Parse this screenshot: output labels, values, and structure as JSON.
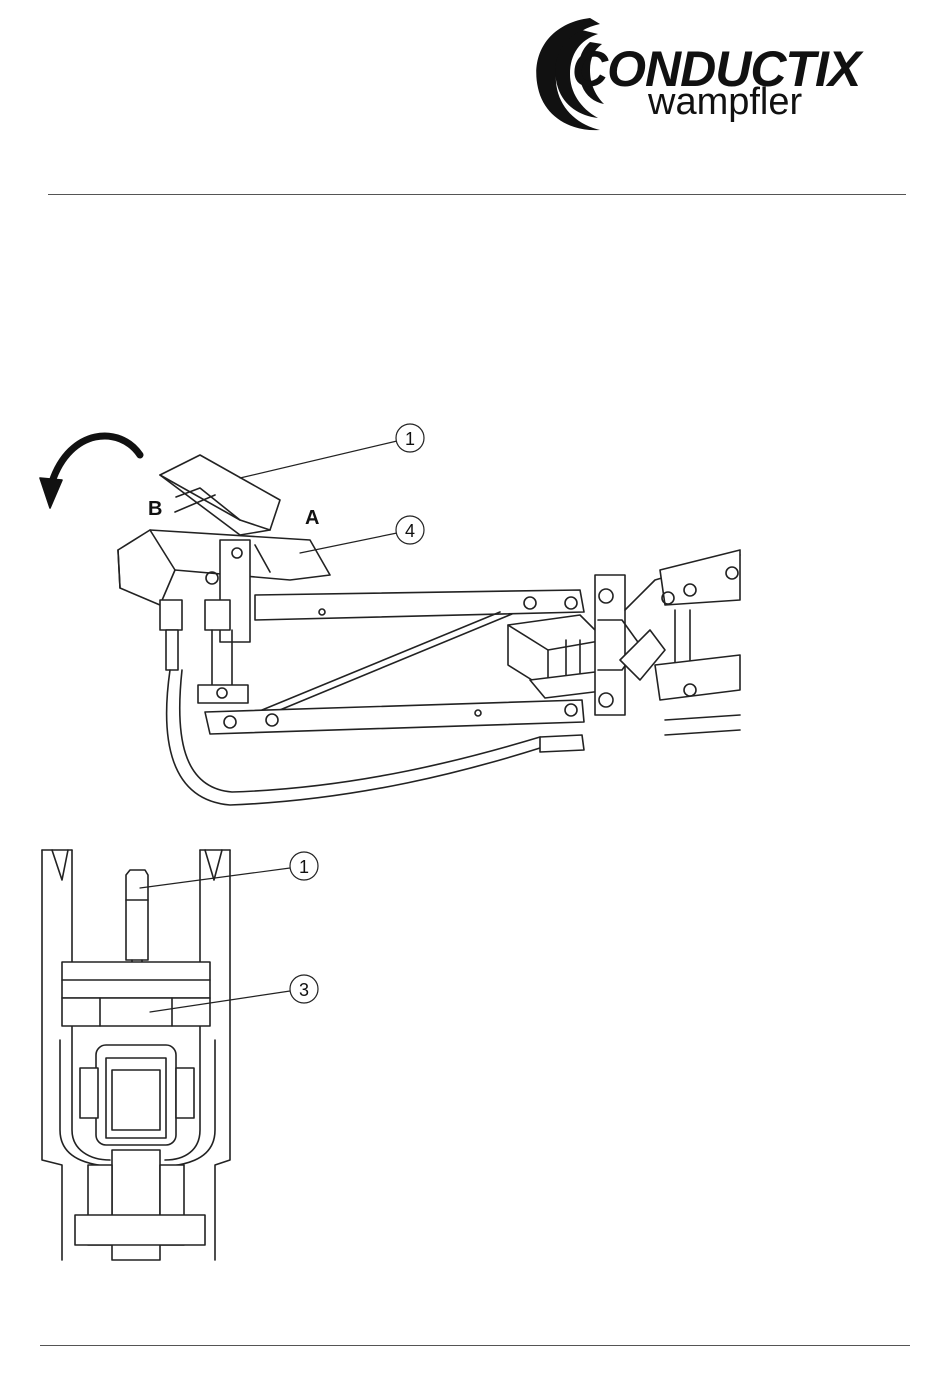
{
  "header": {
    "logo": {
      "brand_line1": "CONDUCTIX",
      "brand_line2": "wampfler"
    }
  },
  "figure_top": {
    "callouts": [
      "1",
      "4"
    ],
    "labels": [
      "B",
      "A"
    ],
    "arrow_icon": "rotate-counterclockwise-arrow"
  },
  "figure_bottom": {
    "callouts": [
      "1",
      "3"
    ]
  }
}
